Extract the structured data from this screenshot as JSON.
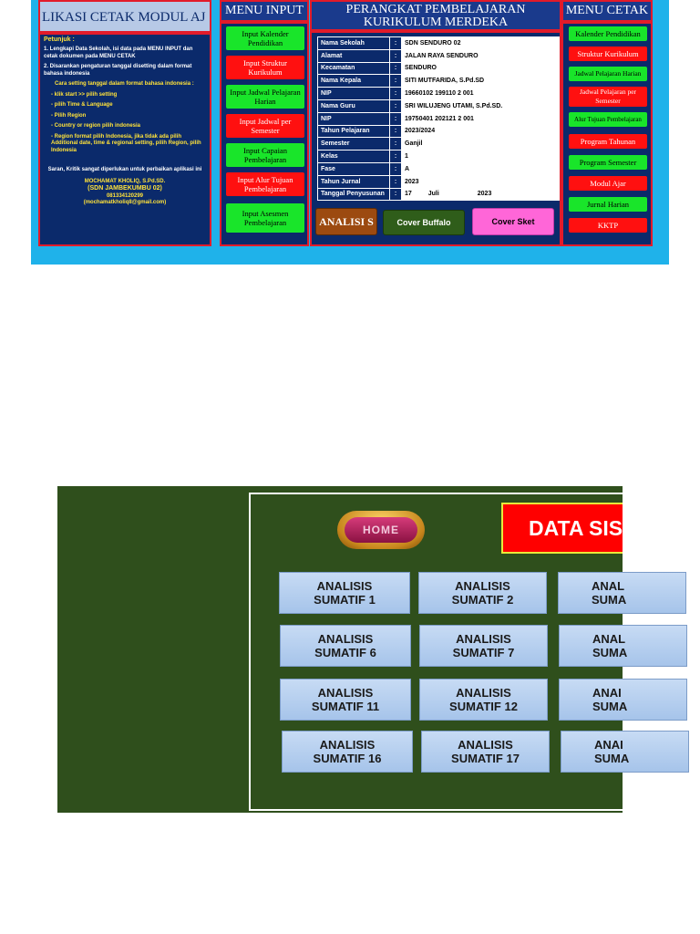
{
  "top_app": {
    "left_title": "LIKASI CETAK MODUL AJ",
    "petunjuk": {
      "heading": "Petunjuk :",
      "step1": "1.   Lengkapi Data Sekolah, isi data pada MENU INPUT dan cetak dokumen pada MENU CETAK",
      "step2": "2.   Disarankan pengaturan tanggal disetting dalam format bahasa indonesia",
      "setting_title": "Cara setting tanggal dalam format bahasa indonesia :",
      "s1": "- klik start >> pilih setting",
      "s2": "- pilih Time & Language",
      "s3": "- Pilih Region",
      "s4": "- Country or region pilih indonesia",
      "s5": "- Region format pilih Indonesia, jika tidak ada pilih Additional date, time & regional setting, pilih Region, pilih Indonesia",
      "saran": "Saran, Kritik sangat diperlukan untuk perbaikan aplikasi ini",
      "author": "MOCHAMAT KHOLIQ, S.Pd.SD.",
      "school": "(SDN JAMBEKUMBU 02)",
      "phone": "081334120299",
      "email": "(mochamatkholiq8@gmail.com)"
    },
    "menu_input": {
      "title": "MENU INPUT",
      "items": [
        {
          "label": "Input Kalender Pendidikan"
        },
        {
          "label": "Input Struktur Kurikulum"
        },
        {
          "label": "Input Jadwal Pelajaran Harian"
        },
        {
          "label": "Input Jadwal per Semester"
        },
        {
          "label": "Input Capaian Pembelajaran"
        },
        {
          "label": "Input Alur Tujuan Pembelajaran"
        },
        {
          "label": "Input Asesmen Pembelajaran"
        }
      ]
    },
    "perangkat": {
      "title_line1": "PERANGKAT PEMBELAJARAN",
      "title_line2": "KURIKULUM MERDEKA",
      "rows": [
        {
          "label": "Nama Sekolah",
          "value": "SDN SENDURO 02"
        },
        {
          "label": "Alamat",
          "value": "JALAN RAYA SENDURO"
        },
        {
          "label": "Kecamatan",
          "value": "SENDURO"
        },
        {
          "label": "Nama Kepala",
          "value": "SITI MUTFARIDA, S.Pd.SD"
        },
        {
          "label": "NIP",
          "value": "19660102 199110 2 001"
        },
        {
          "label": "Nama Guru",
          "value": "SRI WILUJENG UTAMI, S.Pd.SD."
        },
        {
          "label": "NIP",
          "value": "19750401 202121 2 001"
        },
        {
          "label": "Tahun Pelajaran",
          "value": "2023/2024"
        },
        {
          "label": "Semester",
          "value": "Ganjil"
        },
        {
          "label": "Kelas",
          "value": "1"
        },
        {
          "label": "Fase",
          "value": "A"
        },
        {
          "label": "Tahun Jurnal",
          "value": "2023"
        }
      ],
      "tanggal_label": "Tanggal Penyusunan",
      "tanggal_day": "17",
      "tanggal_month": "Juli",
      "tanggal_year": "2023",
      "colon": ":",
      "btn_analisis": "ANALISI S",
      "btn_cover_buffalo": "Cover Buffalo",
      "btn_cover_sket": "Cover Sket"
    },
    "menu_cetak": {
      "title": "MENU CETAK",
      "items": [
        {
          "label": "Kalender Pendidikan"
        },
        {
          "label": "Struktur Kurikulum"
        },
        {
          "label": "Jadwal Pelajaran Harian"
        },
        {
          "label": "Jadwal Pelajaran per Semester"
        },
        {
          "label": "Alur Tujuan Pembelajaran"
        },
        {
          "label": "Program Tahunan"
        },
        {
          "label": "Program Semester"
        },
        {
          "label": "Modul Ajar"
        },
        {
          "label": "Jurnal Harian"
        },
        {
          "label": "KKTP"
        }
      ]
    }
  },
  "bottom_app": {
    "home_label": "HOME",
    "banner_text": "DATA SIS",
    "buttons": [
      {
        "line1": "ANALISIS",
        "line2": "SUMATIF 1"
      },
      {
        "line1": "ANALISIS",
        "line2": "SUMATIF 2"
      },
      {
        "line1": "ANAL",
        "line2": "SUMA"
      },
      {
        "line1": "ANALISIS",
        "line2": "SUMATIF 6"
      },
      {
        "line1": "ANALISIS",
        "line2": "SUMATIF 7"
      },
      {
        "line1": "ANAL",
        "line2": "SUMA"
      },
      {
        "line1": "ANALISIS",
        "line2": "SUMATIF 11"
      },
      {
        "line1": "ANALISIS",
        "line2": "SUMATIF 12"
      },
      {
        "line1": "ANAI",
        "line2": "SUMA"
      },
      {
        "line1": "ANALISIS",
        "line2": "SUMATIF 16"
      },
      {
        "line1": "ANALISIS",
        "line2": "SUMATIF 17"
      },
      {
        "line1": "ANAI",
        "line2": "SUMA"
      }
    ]
  }
}
